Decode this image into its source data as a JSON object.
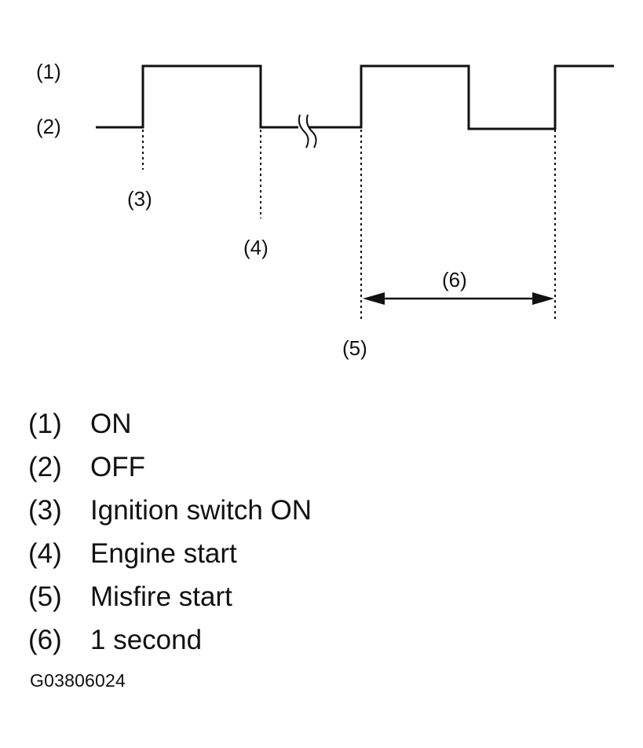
{
  "callouts": {
    "c1": "(1)",
    "c2": "(2)",
    "c3": "(3)",
    "c4": "(4)",
    "c5": "(5)",
    "c6": "(6)"
  },
  "legend": [
    {
      "num": "(1)",
      "text": "ON"
    },
    {
      "num": "(2)",
      "text": "OFF"
    },
    {
      "num": "(3)",
      "text": "Ignition switch ON"
    },
    {
      "num": "(4)",
      "text": "Engine start"
    },
    {
      "num": "(5)",
      "text": "Misfire start"
    },
    {
      "num": "(6)",
      "text": "1 second"
    }
  ],
  "figure_code": "G03806024"
}
